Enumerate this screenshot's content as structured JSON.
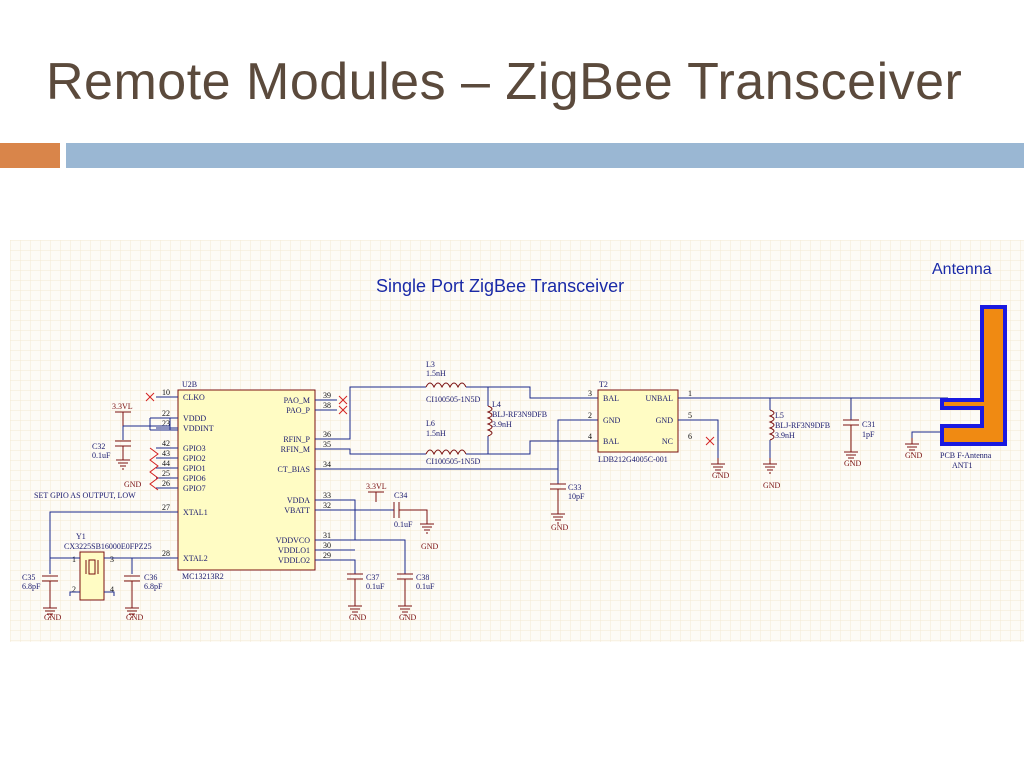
{
  "slide": {
    "title": "Remote Modules – ZigBee Transceiver",
    "accent_orange": "#d9854a",
    "accent_blue": "#9ab7d3"
  },
  "schematic": {
    "title": "Single Port ZigBee Transceiver",
    "antenna_heading": "Antenna",
    "u2b": {
      "ref": "U2B",
      "part": "MC13213R2",
      "pins_left": [
        {
          "num": "10",
          "name": "CLKO"
        },
        {
          "num": "22",
          "name": "VDDD"
        },
        {
          "num": "23",
          "name": "VDDINT"
        },
        {
          "num": "42",
          "name": "GPIO3"
        },
        {
          "num": "43",
          "name": "GPIO2"
        },
        {
          "num": "44",
          "name": "GPIO1"
        },
        {
          "num": "25",
          "name": "GPIO6"
        },
        {
          "num": "26",
          "name": "GPIO7"
        },
        {
          "num": "27",
          "name": "XTAL1"
        },
        {
          "num": "28",
          "name": "XTAL2"
        }
      ],
      "pins_right": [
        {
          "num": "39",
          "name": "PAO_M"
        },
        {
          "num": "38",
          "name": "PAO_P"
        },
        {
          "num": "36",
          "name": "RFIN_P"
        },
        {
          "num": "35",
          "name": "RFIN_M"
        },
        {
          "num": "34",
          "name": "CT_BIAS"
        },
        {
          "num": "33",
          "name": "VDDA"
        },
        {
          "num": "32",
          "name": "VBATT"
        },
        {
          "num": "31",
          "name": "VDDVCO"
        },
        {
          "num": "30",
          "name": "VDDLO1"
        },
        {
          "num": "29",
          "name": "VDDLO2"
        }
      ]
    },
    "power_3v3_a": "3.3VL",
    "power_3v3_b": "3.3VL",
    "gnd": "GND",
    "gpio_note": "SET GPIO AS OUTPUT, LOW",
    "c32": {
      "ref": "C32",
      "value": "0.1uF"
    },
    "y1": {
      "ref": "Y1",
      "part": "CX3225SB16000E0FPZ25",
      "p1": "1",
      "p2": "2",
      "p3": "3",
      "p4": "4"
    },
    "c35": {
      "ref": "C35",
      "value": "6.8pF"
    },
    "c36": {
      "ref": "C36",
      "value": "6.8pF"
    },
    "c34": {
      "ref": "C34",
      "value": "0.1uF"
    },
    "c37": {
      "ref": "C37",
      "value": "0.1uF"
    },
    "c38": {
      "ref": "C38",
      "value": "0.1uF"
    },
    "l3": {
      "ref": "L3",
      "value": "1.5nH",
      "part": "CI100505-1N5D"
    },
    "l6": {
      "ref": "L6",
      "value": "1.5nH",
      "part": "CI100505-1N5D"
    },
    "l4": {
      "ref": "L4",
      "part": "BLJ-RF3N9DFB",
      "value": "3.9nH"
    },
    "l5": {
      "ref": "L5",
      "part": "BLJ-RF3N9DFB",
      "value": "3.9nH"
    },
    "c33": {
      "ref": "C33",
      "value": "10pF"
    },
    "c31": {
      "ref": "C31",
      "value": "1pF"
    },
    "t2": {
      "ref": "T2",
      "part": "LDB212G4005C-001",
      "pins_left": [
        {
          "num": "3",
          "name": "BAL"
        },
        {
          "num": "2",
          "name": "GND"
        },
        {
          "num": "4",
          "name": "BAL"
        }
      ],
      "pins_right": [
        {
          "num": "1",
          "name": "UNBAL"
        },
        {
          "num": "5",
          "name": "GND"
        },
        {
          "num": "6",
          "name": "NC"
        }
      ]
    },
    "ant1": {
      "name": "PCB F-Antenna",
      "ref": "ANT1",
      "color": "#f08a12",
      "outline": "#1a1ae0"
    }
  }
}
